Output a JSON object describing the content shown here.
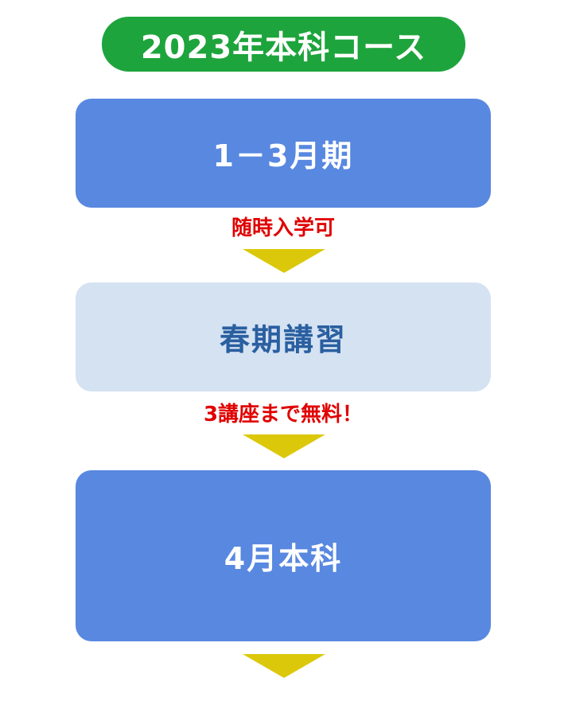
{
  "title": "2023年本科コース",
  "colors": {
    "title_bg": "#1ea43c",
    "stage_primary_bg": "#5888e0",
    "stage_primary_text": "#ffffff",
    "stage_secondary_bg": "#d4e2f2",
    "stage_secondary_text": "#2a5fa0",
    "note_text": "#e00000",
    "arrow": "#dcc80a"
  },
  "stages": [
    {
      "label": "1－3月期",
      "style": "primary"
    },
    {
      "label": "春期講習",
      "style": "secondary"
    },
    {
      "label": "4月本科",
      "style": "primary"
    }
  ],
  "notes": [
    "随時入学可",
    "3講座まで無料！"
  ],
  "arrows": [
    {
      "icon": "down-triangle-arrow"
    },
    {
      "icon": "down-triangle-arrow"
    },
    {
      "icon": "down-triangle-arrow"
    }
  ]
}
